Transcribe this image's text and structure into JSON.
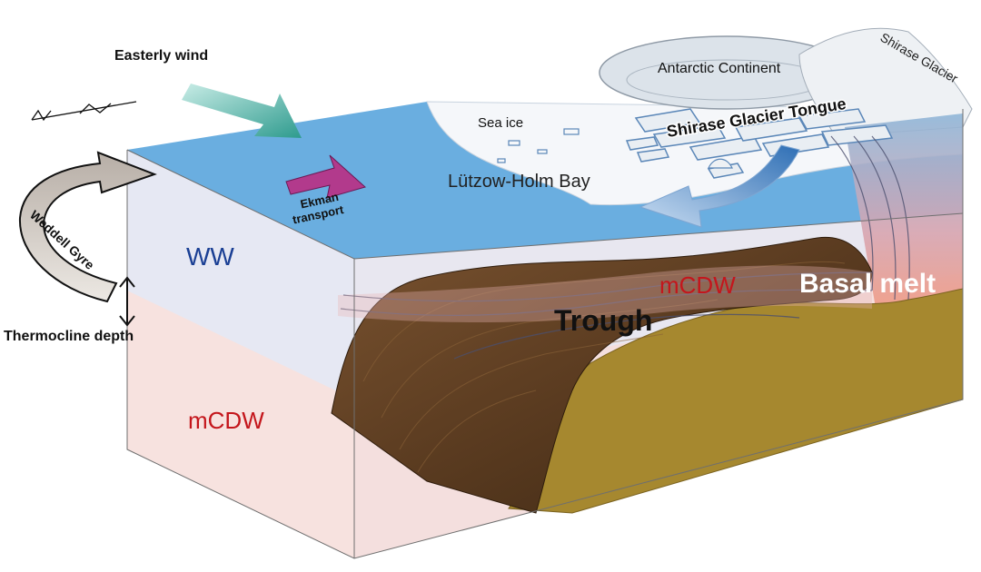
{
  "labels": {
    "easterly_wind": "Easterly wind",
    "antarctic_continent": "Antarctic Continent",
    "shirase_glacier": "Shirase Glacier",
    "shirase_glacier_tongue": "Shirase Glacier Tongue",
    "sea_ice": "Sea ice",
    "lutzow_holm_bay": "Lützow-Holm Bay",
    "ekman_line1": "Ekman",
    "ekman_line2": "transport",
    "weddell_gyre": "Weddell Gyre",
    "ww": "WW",
    "mcdw_left": "mCDW",
    "mcdw_trough": "mCDW",
    "thermocline_depth": "Thermocline depth",
    "trough": "Trough",
    "basal_melt": "Basal melt"
  },
  "colors": {
    "ocean_surface": "#6aaee0",
    "ww_layer": "#e4e6f1",
    "mcdw_layer": "#f6e3e1",
    "seabed_dark": "#5b3d22",
    "seabed_gold": "#a6882f",
    "ww_text": "#1a3f94",
    "mcdw_text": "#c4161c",
    "ekman_arrow": "#b23a8c",
    "wind_arrow": "#3fa99b"
  },
  "icons": {
    "compass": "north-arrow-icon"
  }
}
